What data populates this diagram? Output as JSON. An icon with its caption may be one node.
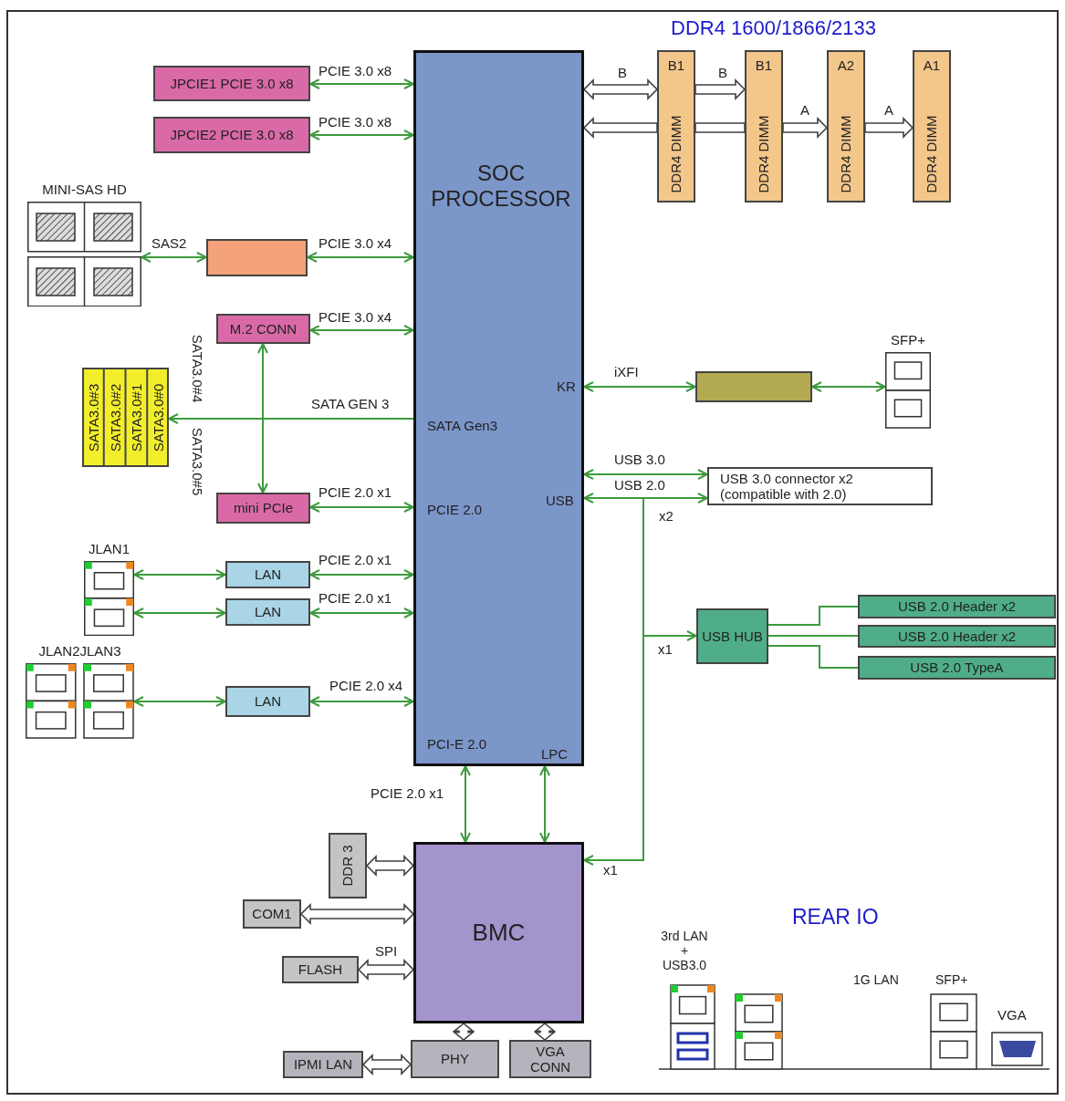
{
  "diagram": {
    "nodes": [
      {
        "text": [
          "SOC PROCESSOR",
          "KR",
          "SATA Gen3",
          "USB",
          "PCIE 2.0",
          "PCI-E 2.0",
          "LPC"
        ]
      },
      {
        "text": [
          "JPCIE1 PCIE 3.0 x8"
        ]
      },
      {
        "text": [
          "JPCIE2 PCIE 3.0 x8"
        ]
      },
      {
        "text": [
          "MINI-SAS HD"
        ]
      },
      {
        "text": [],
        "shape": "box"
      },
      {
        "text": [
          "M.2 CONN"
        ]
      },
      {
        "text": [
          "SATA3.0#3",
          "SATA3.0#2",
          "SATA3.0#1",
          "SATA3.0#0"
        ]
      },
      {
        "text": [
          "mini PCIe"
        ]
      },
      {
        "text": [
          "JLAN1"
        ]
      },
      {
        "text": [
          "LAN"
        ]
      },
      {
        "text": [
          "LAN"
        ]
      },
      {
        "text": [
          "JLAN2JLAN3"
        ]
      },
      {
        "text": [
          "LAN"
        ]
      },
      {
        "text": [
          "B1",
          "DDR4 DIMM"
        ]
      },
      {
        "text": [
          "B1",
          "DDR4 DIMM"
        ]
      },
      {
        "text": [
          "A2",
          "DDR4 DIMM"
        ]
      },
      {
        "text": [
          "A1",
          "DDR4 DIMM"
        ]
      },
      {
        "text": [
          "SFP+"
        ]
      },
      {
        "text": [],
        "shape": "box"
      },
      {
        "text": [
          "USB 3.0 connector x2 (compatible with 2.0)"
        ]
      },
      {
        "text": [
          "USB HUB"
        ]
      },
      {
        "text": [
          "USB 2.0 Header x2"
        ]
      },
      {
        "text": [
          "USB 2.0 Header x2"
        ]
      },
      {
        "text": [
          "USB 2.0 TypeA"
        ]
      },
      {
        "text": [
          "BMC"
        ]
      },
      {
        "text": [
          "DDR 3"
        ]
      },
      {
        "text": [
          "COM1"
        ]
      },
      {
        "text": [
          "FLASH"
        ]
      },
      {
        "text": [
          "PHY"
        ]
      },
      {
        "text": [
          "VGA CONN"
        ]
      },
      {
        "text": [
          "IPMI LAN"
        ]
      }
    ],
    "edges": [
      {
        "from": 1,
        "to": 0,
        "arrow": "both",
        "label": "PCIE 3.0 x8"
      },
      {
        "from": 2,
        "to": 0,
        "arrow": "both",
        "label": "PCIE 3.0 x8"
      },
      {
        "from": 4,
        "to": 0,
        "arrow": "both",
        "label": "PCIE 3.0 x4"
      },
      {
        "from": 3,
        "to": 4,
        "arrow": "both",
        "label": "SAS2"
      },
      {
        "from": 5,
        "to": 0,
        "arrow": "both",
        "label": "PCIE 3.0 x4"
      },
      {
        "from": 5,
        "to": 7,
        "arrow": "both"
      },
      {
        "from": 0,
        "to": 6,
        "arrow": "to",
        "label": "SATA GEN 3"
      },
      {
        "from": 7,
        "to": 0,
        "arrow": "both",
        "label": "PCIE 2.0 x1"
      },
      {
        "from": 8,
        "to": 9,
        "arrow": "both"
      },
      {
        "from": 9,
        "to": 0,
        "arrow": "both",
        "label": "PCIE 2.0 x1"
      },
      {
        "from": 8,
        "to": 10,
        "arrow": "both"
      },
      {
        "from": 10,
        "to": 0,
        "arrow": "both",
        "label": "PCIE 2.0 x1"
      },
      {
        "from": 11,
        "to": 12,
        "arrow": "both"
      },
      {
        "from": 12,
        "to": 0,
        "arrow": "both",
        "label": "PCIE 2.0 x4"
      },
      {
        "from": 0,
        "to": 13,
        "arrow": "both",
        "label": "B",
        "style": "thick",
        "color": "#404040"
      },
      {
        "from": 13,
        "to": 14,
        "arrow": "to",
        "label": "B",
        "style": "thick",
        "color": "#404040"
      },
      {
        "from": 13,
        "to": 0,
        "arrow": "to",
        "style": "thick",
        "color": "#404040"
      },
      {
        "from": 13,
        "to": 14,
        "arrow": "none",
        "style": "thick",
        "color": "#404040"
      },
      {
        "from": 14,
        "to": 15,
        "arrow": "to",
        "label": "A",
        "style": "thick",
        "color": "#404040"
      },
      {
        "from": 15,
        "to": 16,
        "arrow": "to",
        "label": "A",
        "style": "thick",
        "color": "#404040"
      },
      {
        "from": 0,
        "to": 18,
        "arrow": "both",
        "label": "iXFI"
      },
      {
        "from": 18,
        "to": 17,
        "arrow": "both"
      },
      {
        "from": 0,
        "to": 19,
        "arrow": "both",
        "label": "USB 3.0"
      },
      {
        "from": 0,
        "to": 19,
        "arrow": "both",
        "label": "USB 2.0"
      },
      {
        "from": 0,
        "to": 20,
        "arrow": "to",
        "label": "x1"
      },
      {
        "from": 0,
        "to": 24,
        "arrow": "to",
        "label": "x1"
      },
      {
        "from": 20,
        "to": 21,
        "arrow": "none"
      },
      {
        "from": 20,
        "to": 22,
        "arrow": "none"
      },
      {
        "from": 20,
        "to": 23,
        "arrow": "none"
      },
      {
        "from": 0,
        "to": 24,
        "arrow": "both",
        "label": "PCIE 2.0 x1"
      },
      {
        "from": 0,
        "to": 24,
        "arrow": "both"
      },
      {
        "from": 25,
        "to": 24,
        "arrow": "both",
        "style": "thick",
        "color": "#404040"
      },
      {
        "from": 26,
        "to": 24,
        "arrow": "both",
        "style": "thick",
        "color": "#404040"
      },
      {
        "from": 27,
        "to": 24,
        "arrow": "both",
        "label": "SPI",
        "style": "thick",
        "color": "#404040"
      },
      {
        "from": 24,
        "to": 28,
        "arrow": "both",
        "style": "thick",
        "color": "#404040"
      },
      {
        "from": 24,
        "to": 29,
        "arrow": "both",
        "style": "thick",
        "color": "#404040"
      },
      {
        "from": 30,
        "to": 28,
        "arrow": "both",
        "style": "thick",
        "color": "#404040"
      }
    ],
    "labels": [
      "DDR4 1600/1866/2133",
      "SATA3.0#4",
      "SATA3.0#5",
      "x2",
      "REAR IO",
      "3rd LAN + USB3.0",
      "1G LAN",
      "SFP+",
      "VGA"
    ]
  }
}
